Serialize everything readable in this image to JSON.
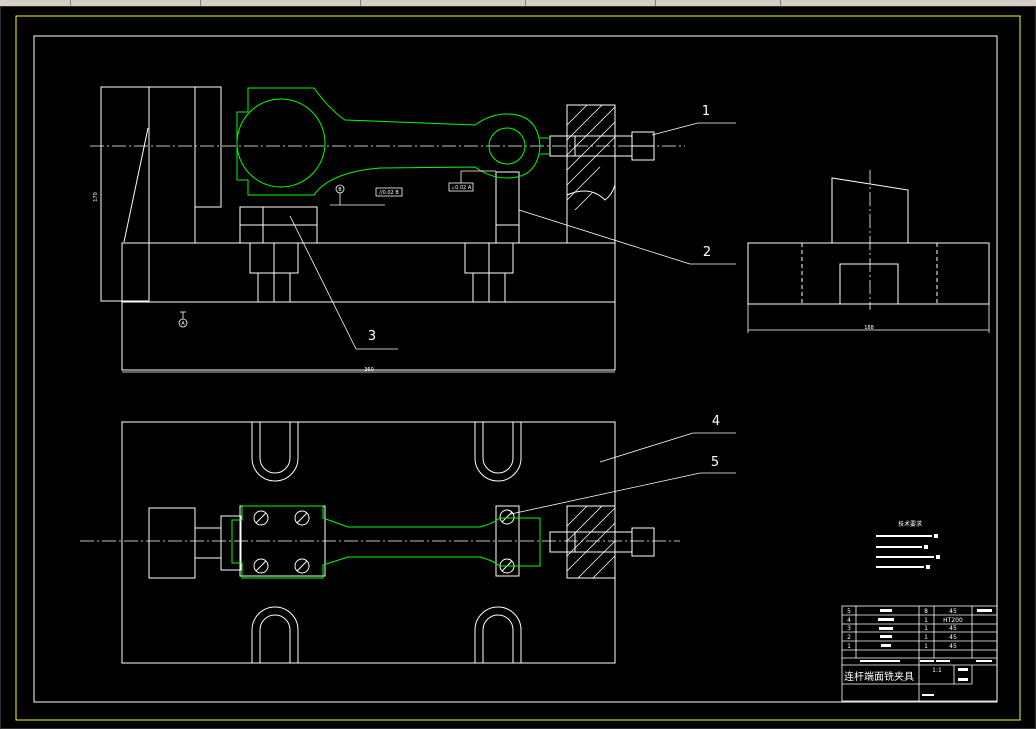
{
  "drawing": {
    "title": "连杆端面铣夹具",
    "scale": "1:1",
    "balloons": [
      "1",
      "2",
      "3",
      "4",
      "5"
    ],
    "view_marks": {
      "datum_b": "B",
      "datum_a": "A"
    },
    "tolerance_frames": [
      "//0.02 B",
      "⊥0.02 A"
    ],
    "dimensions": {
      "height_left": "170",
      "width_main": "360",
      "width_right": "188"
    },
    "tech_requirements_title": "技术要求",
    "parts": [
      {
        "no": "5",
        "qty": "8",
        "material": "45"
      },
      {
        "no": "4",
        "qty": "1",
        "material": "HT200"
      },
      {
        "no": "3",
        "qty": "1",
        "material": "45"
      },
      {
        "no": "2",
        "qty": "1",
        "material": "45"
      },
      {
        "no": "1",
        "qty": "1",
        "material": "45"
      }
    ]
  },
  "colors": {
    "background": "#000000",
    "outline": "#ffffff",
    "part": "#00ff00",
    "border": "#ffff00"
  }
}
